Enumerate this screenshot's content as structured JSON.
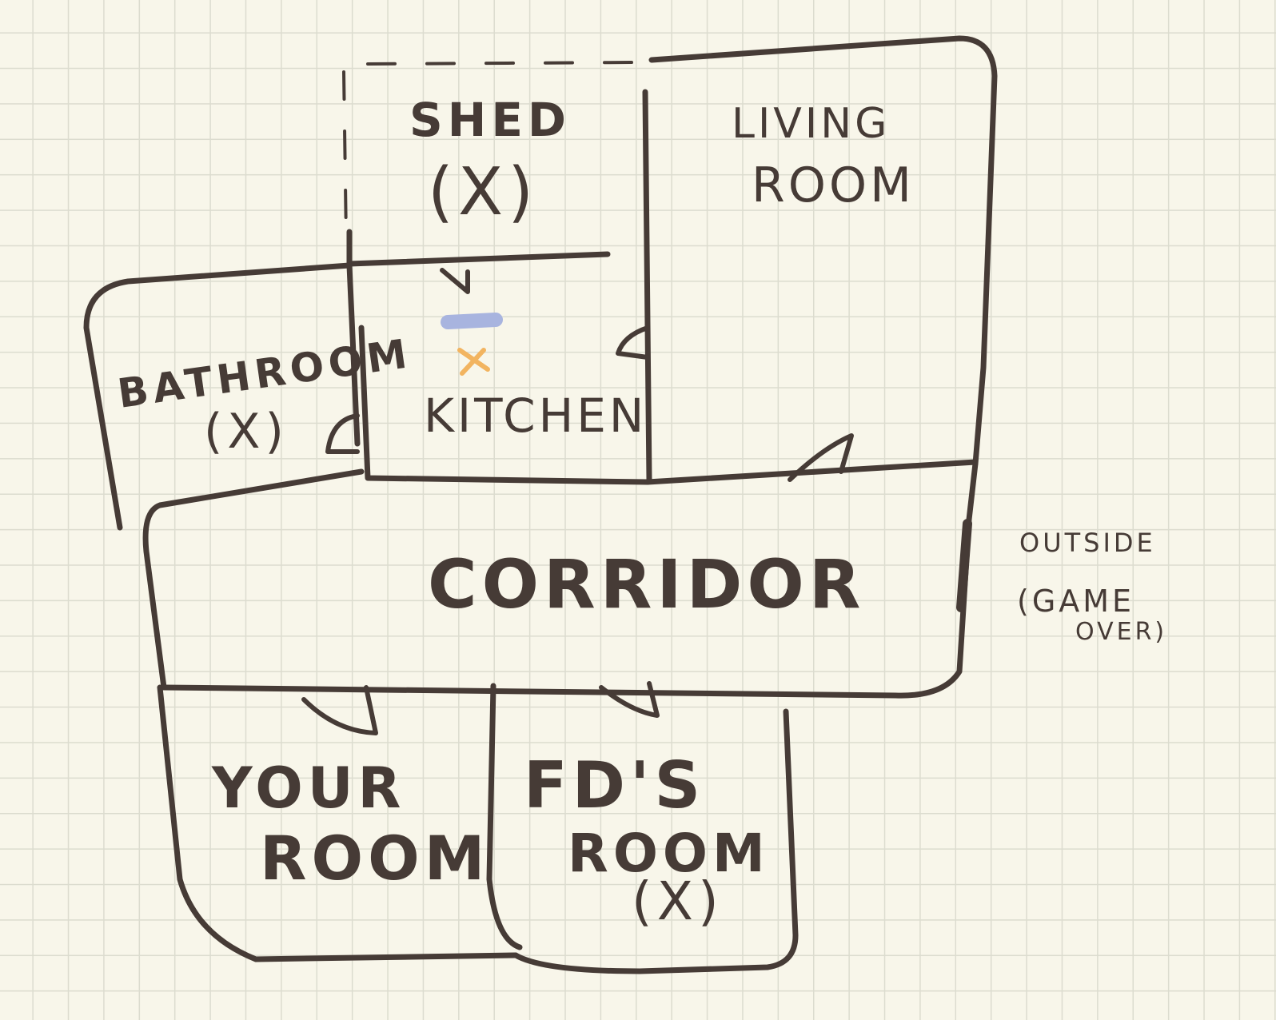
{
  "rooms": {
    "shed": {
      "name": "SHED",
      "mark": "(X)"
    },
    "living_room": {
      "line1": "LIVING",
      "line2": "ROOM"
    },
    "bathroom": {
      "name": "BATHROOM",
      "mark": "(X)"
    },
    "kitchen": {
      "name": "KITCHEN"
    },
    "corridor": {
      "name": "CORRIDOR"
    },
    "your_room": {
      "line1": "YOUR",
      "line2": "ROOM"
    },
    "fds_room": {
      "line1": "FD'S",
      "line2": "ROOM",
      "mark": "(X)"
    }
  },
  "outside": {
    "line1": "OUTSIDE",
    "line2": "(GAME",
    "line3": "OVER)"
  },
  "markers": {
    "player_marker_color": "#f2b460",
    "kitchen_item_color": "#a8b4df",
    "wall_color": "#463b36"
  }
}
